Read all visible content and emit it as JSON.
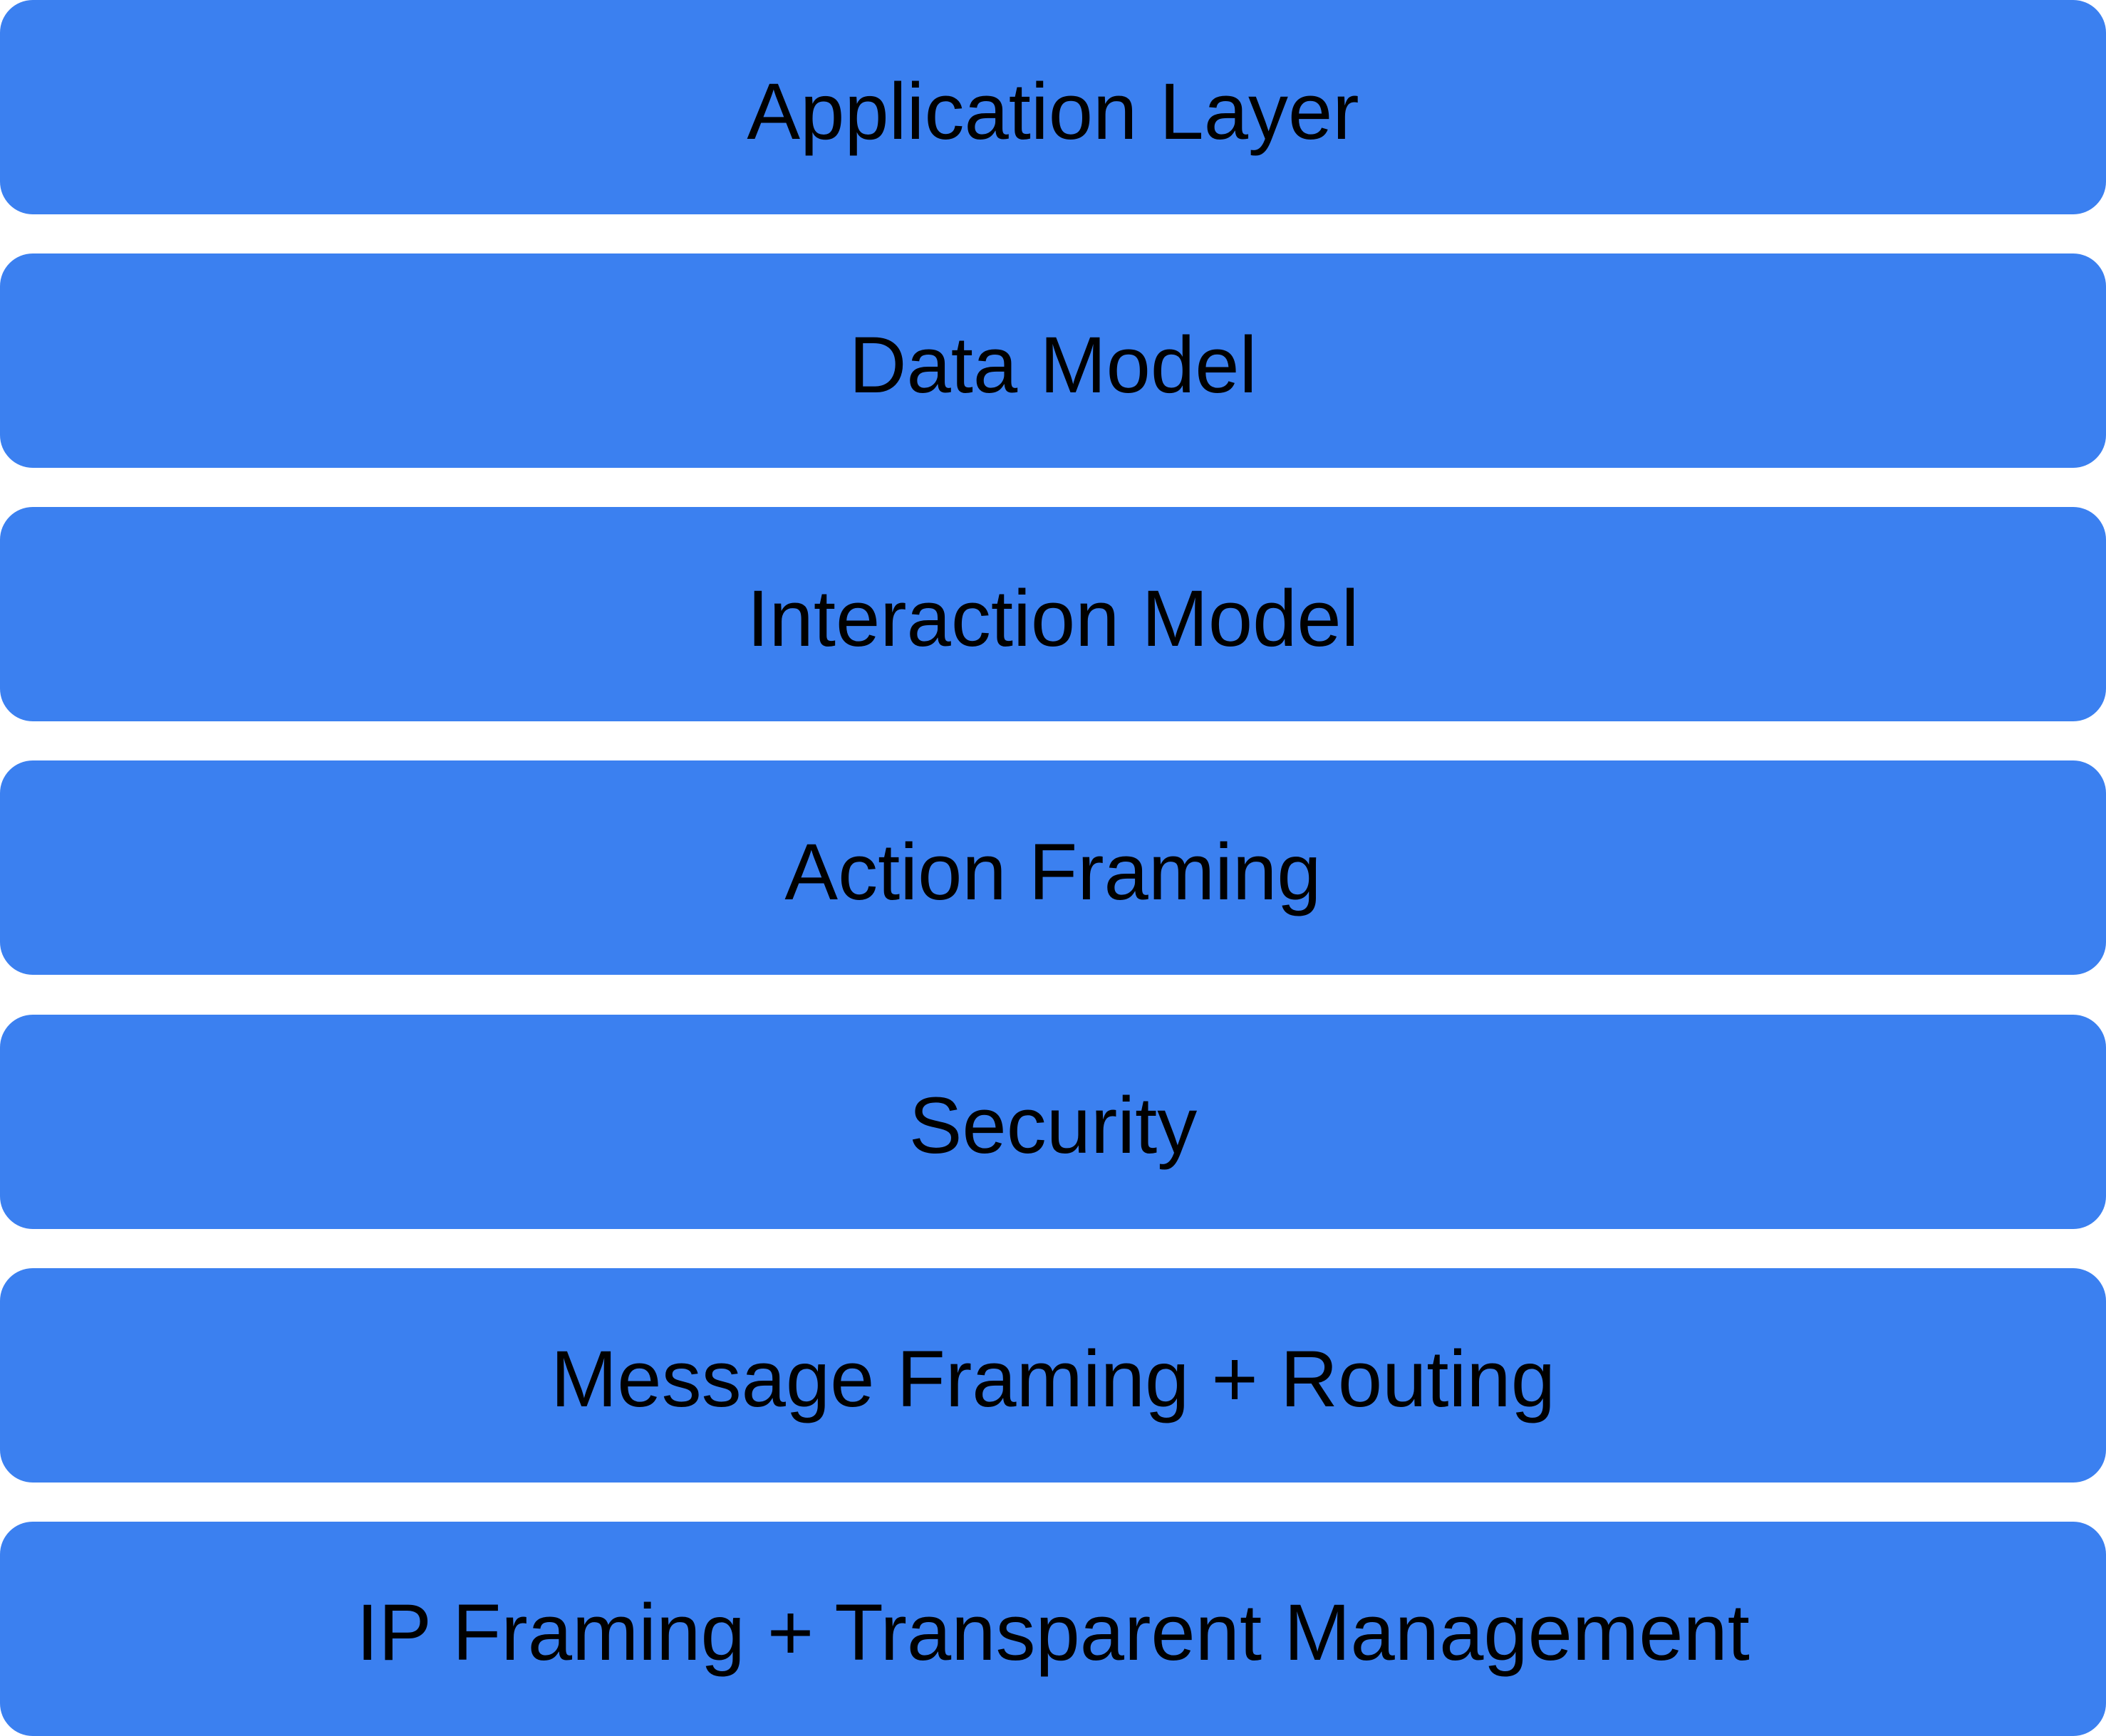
{
  "diagram": {
    "type": "protocol-stack",
    "colors": {
      "bar_fill": "#3b80f0",
      "label_text": "#000000",
      "background": "#ffffff"
    },
    "layers": [
      {
        "label": "Application Layer"
      },
      {
        "label": "Data Model"
      },
      {
        "label": "Interaction Model"
      },
      {
        "label": "Action Framing"
      },
      {
        "label": "Security"
      },
      {
        "label": "Message Framing + Routing"
      },
      {
        "label": "IP Framing + Transparent Management"
      }
    ]
  }
}
